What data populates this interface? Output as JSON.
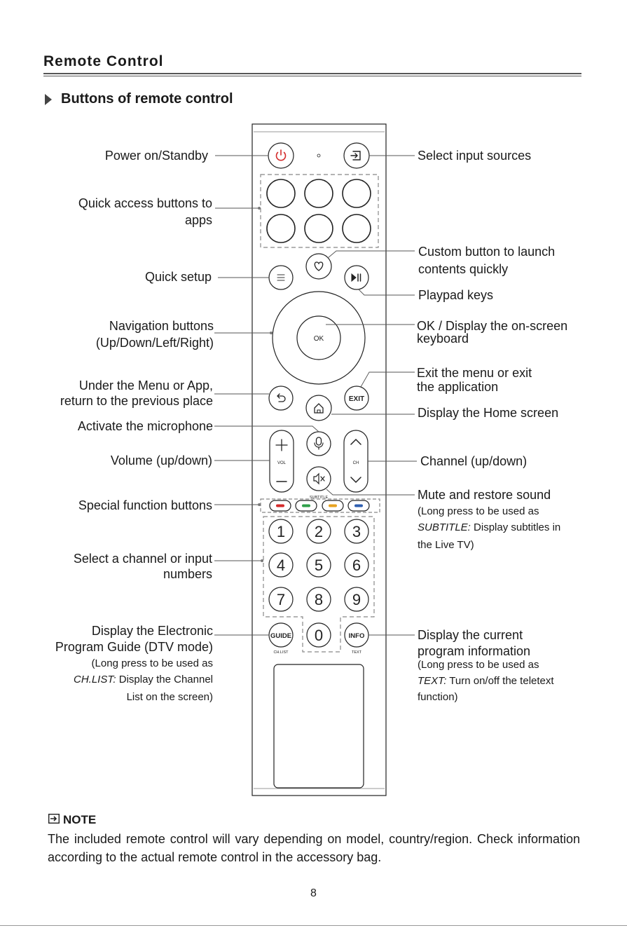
{
  "page": {
    "title": "Remote Control",
    "section_title": "Buttons of remote control",
    "page_number": "8"
  },
  "left_labels": {
    "power": "Power on/Standby",
    "quick_access_1": "Quick access buttons to",
    "quick_access_2": "apps",
    "quick_setup": "Quick setup",
    "navigation_1": "Navigation buttons",
    "navigation_2": "(Up/Down/Left/Right)",
    "back_1": "Under the Menu or App,",
    "back_2": "return to the previous place",
    "microphone": "Activate the microphone",
    "volume": "Volume (up/down)",
    "special": "Special function buttons",
    "numbers_1": "Select a channel or input",
    "numbers_2": "numbers",
    "guide_1": "Display the Electronic",
    "guide_2": "Program Guide (DTV mode)",
    "guide_sub_1": "(Long press to be used as",
    "guide_sub_2_italic": "CH.LIST:",
    "guide_sub_2_rest": " Display the Channel",
    "guide_sub_3": "List on the screen)"
  },
  "right_labels": {
    "input": "Select input sources",
    "custom_1": "Custom button to launch",
    "custom_2": "contents quickly",
    "playpad": "Playpad keys",
    "ok_1": "OK / Display the on-screen",
    "ok_2": "keyboard",
    "exit_1": "Exit the menu or exit",
    "exit_2": "the application",
    "home": "Display the Home screen",
    "channel": "Channel (up/down)",
    "mute": "Mute and restore sound",
    "mute_sub_1": "(Long press to be used as",
    "mute_sub_2_italic": "SUBTITLE:",
    "mute_sub_2_rest": " Display subtitles in",
    "mute_sub_3": "the Live TV)",
    "info_1": "Display the current",
    "info_2": "program information",
    "info_sub_1": "(Long press to be used as",
    "info_sub_2_italic": "TEXT:",
    "info_sub_2_rest": " Turn on/off the teletext",
    "info_sub_3": "function)"
  },
  "remote": {
    "ok_label": "OK",
    "exit_label": "EXIT",
    "vol_label": "VOL",
    "ch_label": "CH",
    "subtitle_label": "SUBTITLE",
    "digits": [
      "1",
      "2",
      "3",
      "4",
      "5",
      "6",
      "7",
      "8",
      "9",
      "0"
    ],
    "guide_label": "GUIDE",
    "info_label": "INFO",
    "chlist_label": "CH.LIST",
    "text_label": "TEXT",
    "color_keys": [
      "#d42a2a",
      "#2fa04a",
      "#e7a21f",
      "#2f5fb0"
    ],
    "power_color": "#d42a2a"
  },
  "note": {
    "title": "NOTE",
    "body": "The included remote control will vary depending on model, country/region. Check information according to the actual remote control in the accessory bag."
  }
}
